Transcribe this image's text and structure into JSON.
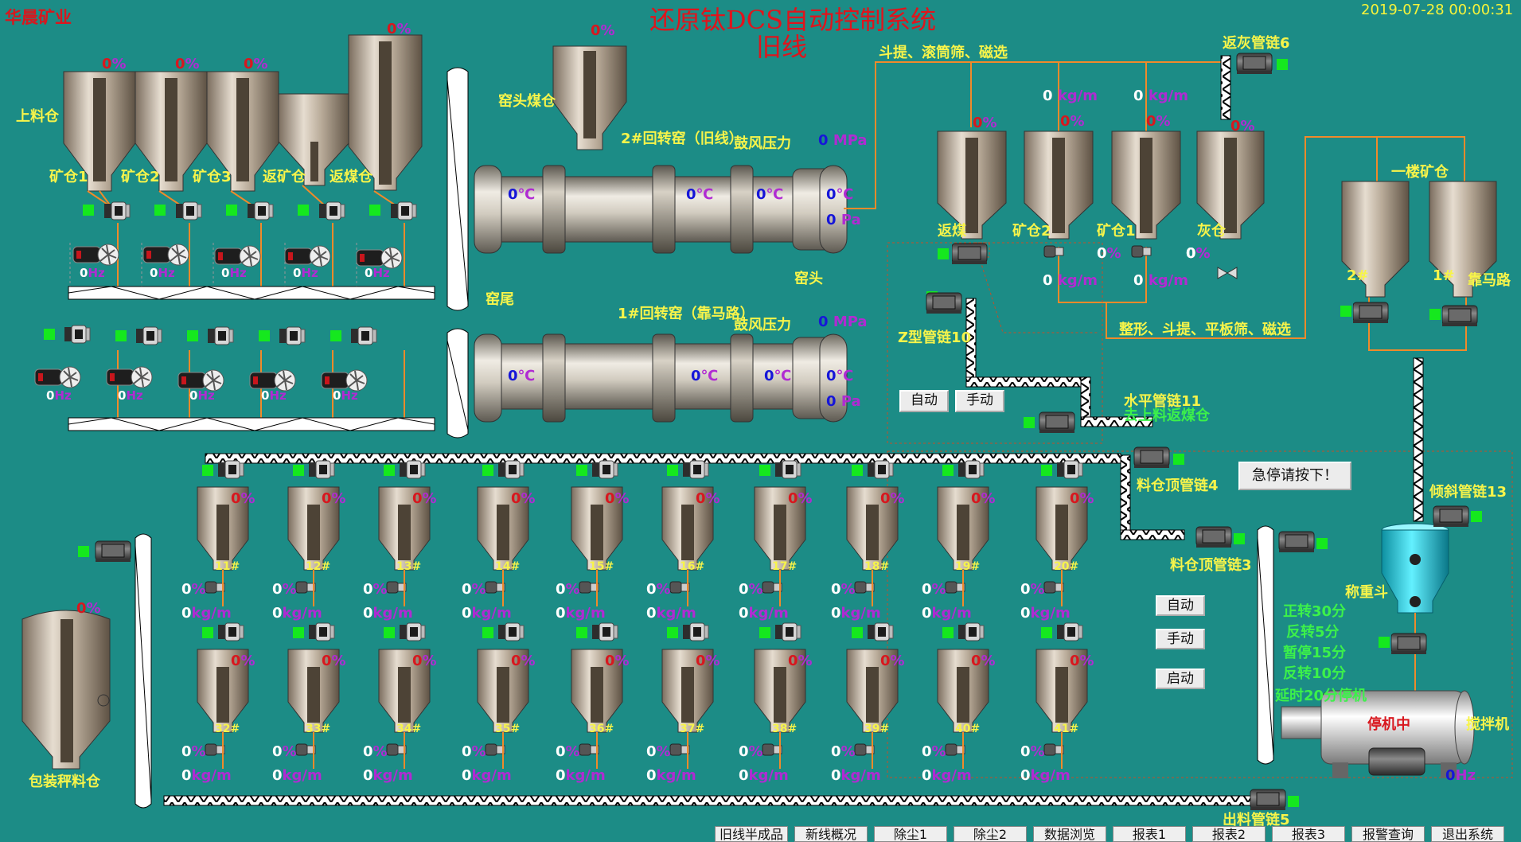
{
  "header": {
    "company": "华晨矿业",
    "title_line1": "还原钛DCS自动控制系统",
    "title_line2": "旧线",
    "datetime": "2019-07-28 00:00:31"
  },
  "feed_bins": {
    "label": "上料仓",
    "bins": [
      {
        "name": "矿仓1",
        "level": "0",
        "unit": "%"
      },
      {
        "name": "矿仓2",
        "level": "0",
        "unit": "%"
      },
      {
        "name": "矿仓3",
        "level": "0",
        "unit": "%"
      },
      {
        "name": "返矿仓",
        "level": "0",
        "unit": "%"
      },
      {
        "name": "返煤仓",
        "level": "0",
        "unit": "%"
      }
    ],
    "feeders_row1": [
      {
        "freq": "0",
        "unit": "Hz"
      },
      {
        "freq": "0",
        "unit": "Hz"
      },
      {
        "freq": "0",
        "unit": "Hz"
      },
      {
        "freq": "0",
        "unit": "Hz"
      },
      {
        "freq": "0",
        "unit": "Hz"
      }
    ],
    "feeders_row2": [
      {
        "freq": "0",
        "unit": "Hz"
      },
      {
        "freq": "0",
        "unit": "Hz"
      },
      {
        "freq": "0",
        "unit": "Hz"
      },
      {
        "freq": "0",
        "unit": "Hz"
      },
      {
        "freq": "0",
        "unit": "Hz"
      }
    ]
  },
  "kiln_head_coal_bin": {
    "label": "窑头煤仓",
    "level": "0",
    "unit": "%"
  },
  "kiln2": {
    "name": "2#回转窑（旧线）",
    "blower_label": "鼓风压力",
    "blower_value": "0",
    "blower_unit": "MPa",
    "temps": [
      "0",
      "0",
      "0",
      "0"
    ],
    "temp_unit": "℃",
    "pressure": "0",
    "pressure_unit": "Pa",
    "tail_label": "窑尾",
    "head_label": "窑头"
  },
  "kiln1": {
    "name": "1#回转窑（靠马路）",
    "blower_label": "鼓风压力",
    "blower_value": "0",
    "blower_unit": "MPa",
    "temps": [
      "0",
      "0",
      "0",
      "0"
    ],
    "temp_unit": "℃",
    "pressure": "0",
    "pressure_unit": "Pa"
  },
  "screening": {
    "top_label": "斗提、滚筒筛、磁选",
    "ash_chain_label": "返灰管链6",
    "bottom_label": "整形、斗提、平板筛、磁选",
    "bins": [
      {
        "name": "返煤",
        "level": "0",
        "unit": "%"
      },
      {
        "name": "矿仓2",
        "level": "0",
        "unit": "%",
        "flow": "0",
        "flow_unit": "kg/m",
        "out_pct": "0",
        "out_flow": "0"
      },
      {
        "name": "矿仓1",
        "level": "0",
        "unit": "%",
        "flow": "0",
        "flow_unit": "kg/m",
        "out_pct": "0",
        "out_flow": "0"
      },
      {
        "name": "灰仓",
        "level": "0",
        "unit": "%",
        "out_pct": "0"
      }
    ],
    "z_chain_label": "Z型管链10",
    "auto_label": "自动",
    "manual_label": "手动",
    "horiz_chain_label": "水平管链11",
    "horiz_chain_sub": "去上料返煤仓"
  },
  "ore_bins_first_floor": {
    "label": "一楼矿仓",
    "bins": [
      {
        "name": "2#"
      },
      {
        "name": "1#"
      }
    ],
    "road_label": "靠马路",
    "incline_chain_label": "倾斜管链13"
  },
  "estop_label": "急停请按下！",
  "top_chains": {
    "chain4_label": "料仓顶管链4",
    "chain3_label": "料仓顶管链3"
  },
  "silos_row1": [
    {
      "name": "11#",
      "level": "0",
      "pct": "0",
      "flow": "0"
    },
    {
      "name": "12#",
      "level": "0",
      "pct": "0",
      "flow": "0"
    },
    {
      "name": "13#",
      "level": "0",
      "pct": "0",
      "flow": "0"
    },
    {
      "name": "14#",
      "level": "0",
      "pct": "0",
      "flow": "0"
    },
    {
      "name": "15#",
      "level": "0",
      "pct": "0",
      "flow": "0"
    },
    {
      "name": "16#",
      "level": "0",
      "pct": "0",
      "flow": "0"
    },
    {
      "name": "17#",
      "level": "0",
      "pct": "0",
      "flow": "0"
    },
    {
      "name": "18#",
      "level": "0",
      "pct": "0",
      "flow": "0"
    },
    {
      "name": "19#",
      "level": "0",
      "pct": "0",
      "flow": "0"
    },
    {
      "name": "20#",
      "level": "0",
      "pct": "0",
      "flow": "0"
    }
  ],
  "silos_row2": [
    {
      "name": "32#",
      "level": "0",
      "pct": "0",
      "flow": "0"
    },
    {
      "name": "33#",
      "level": "0",
      "pct": "0",
      "flow": "0"
    },
    {
      "name": "34#",
      "level": "0",
      "pct": "0",
      "flow": "0"
    },
    {
      "name": "35#",
      "level": "0",
      "pct": "0",
      "flow": "0"
    },
    {
      "name": "36#",
      "level": "0",
      "pct": "0",
      "flow": "0"
    },
    {
      "name": "37#",
      "level": "0",
      "pct": "0",
      "flow": "0"
    },
    {
      "name": "38#",
      "level": "0",
      "pct": "0",
      "flow": "0"
    },
    {
      "name": "39#",
      "level": "0",
      "pct": "0",
      "flow": "0"
    },
    {
      "name": "40#",
      "level": "0",
      "pct": "0",
      "flow": "0"
    },
    {
      "name": "41#",
      "level": "0",
      "pct": "0",
      "flow": "0"
    }
  ],
  "units": {
    "pct": "%",
    "flow": "kg/m"
  },
  "packing_bin": {
    "label": "包装秤料仓",
    "level": "0",
    "unit": "%"
  },
  "mixer_controls": {
    "auto": "自动",
    "manual": "手动",
    "start": "启动",
    "steps": [
      "正转30分",
      "反转5分",
      "暂停15分",
      "反转10分",
      "延时20分停机"
    ],
    "weigh_hopper": "称重斗",
    "mixer_label": "搅拌机",
    "mixer_status": "停机中",
    "mixer_freq": "0",
    "mixer_unit": "Hz",
    "out_chain_label": "出料管链5"
  },
  "nav": [
    "旧线半成品",
    "新线概况",
    "除尘1",
    "除尘2",
    "数据浏览",
    "报表1",
    "报表2",
    "报表3",
    "报警查询",
    "退出系统"
  ]
}
